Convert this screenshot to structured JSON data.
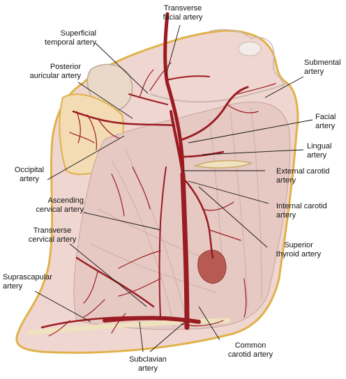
{
  "figure": {
    "labels": {
      "transverse_facial": [
        "Transverse",
        "facial artery"
      ],
      "superficial_temporal": [
        "Superficial",
        "temporal artery"
      ],
      "posterior_auricular": [
        "Posterior",
        "auricular artery"
      ],
      "submental": [
        "Submental",
        "artery"
      ],
      "facial": [
        "Facial",
        "artery"
      ],
      "lingual": [
        "Lingual",
        "artery"
      ],
      "occipital": [
        "Occipital",
        "artery"
      ],
      "external_carotid": [
        "External carotid",
        "artery"
      ],
      "ascending_cervical": [
        "Ascending",
        "cervical artery"
      ],
      "internal_carotid": [
        "Internal carotid",
        "artery"
      ],
      "transverse_cervical": [
        "Transverse",
        "cervical artery"
      ],
      "superior_thyroid": [
        "Superior",
        "thyroid artery"
      ],
      "suprascapular": [
        "Suprascapular",
        "artery"
      ],
      "common_carotid": [
        "Common",
        "carotid artery"
      ],
      "subclavian": [
        "Subclavian",
        "artery"
      ]
    },
    "colors": {
      "artery": "#9b1b22",
      "muscle": "#e6c9c3",
      "skin_outline": "#e0b24a",
      "bone": "#efe2bf"
    }
  }
}
